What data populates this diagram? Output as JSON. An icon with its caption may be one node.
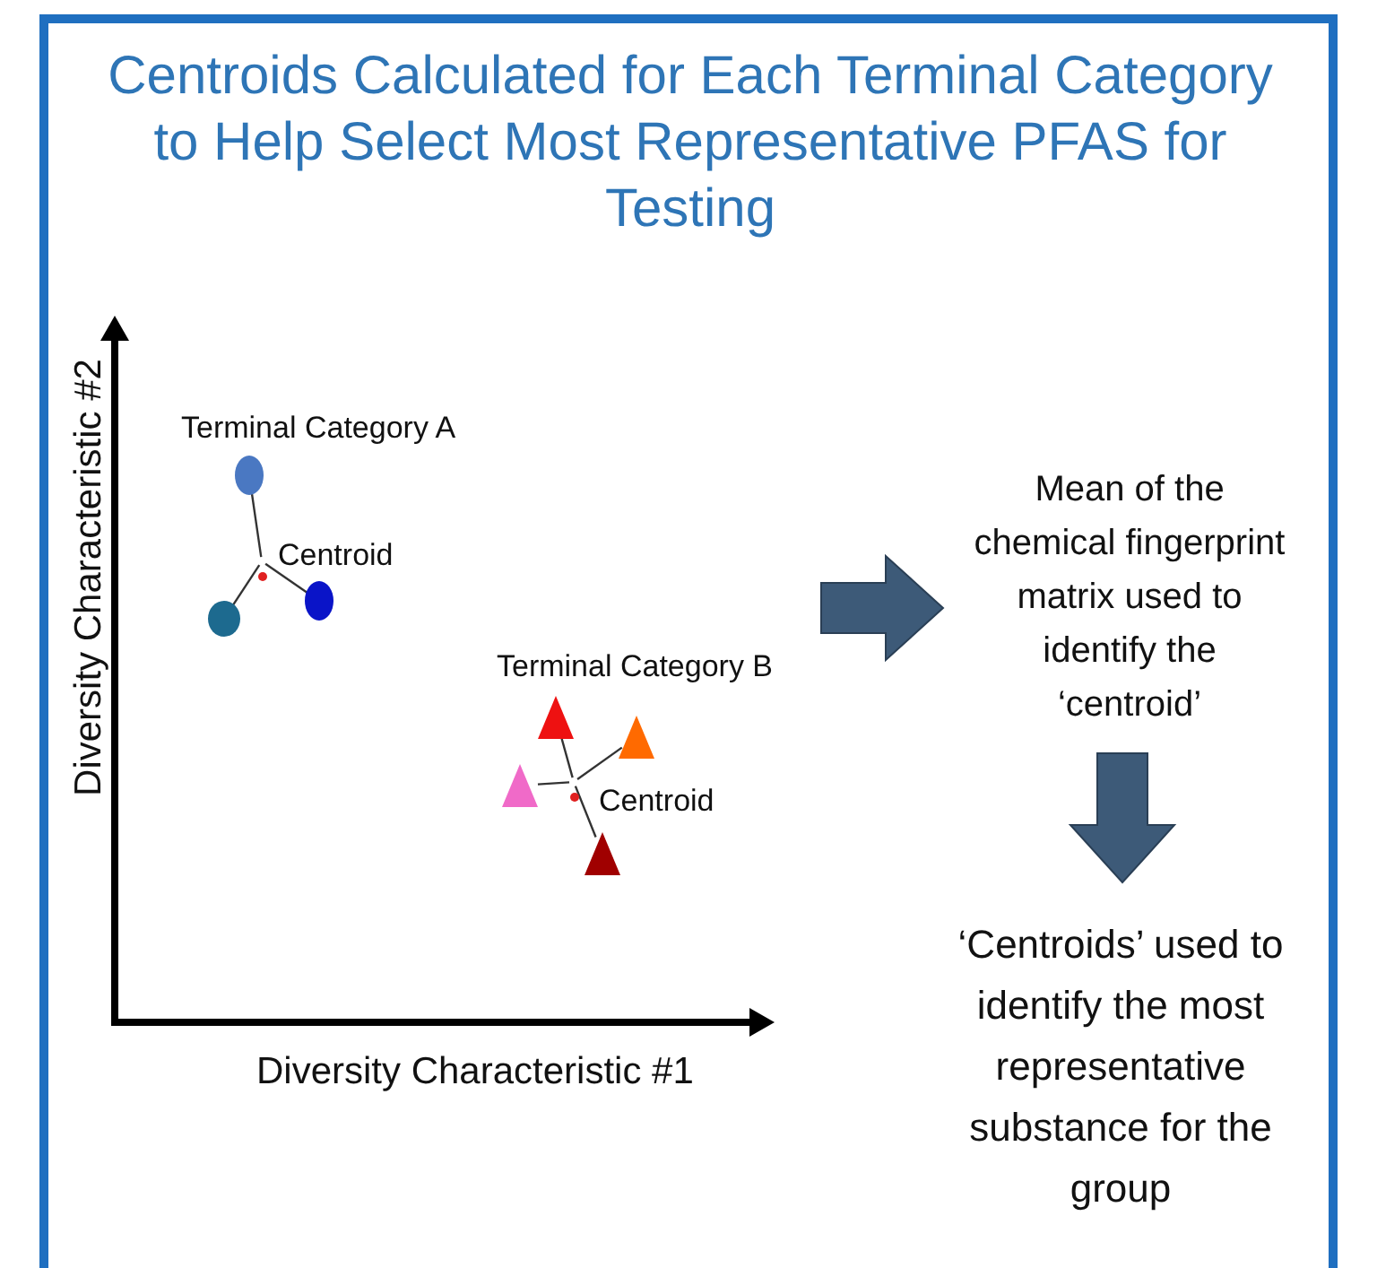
{
  "diagram": {
    "title": "Centroids Calculated for Each Terminal Category to Help Select Most Representative PFAS for Testing",
    "nodes": [
      {
        "text": [],
        "shape": "circle"
      },
      {
        "text": [],
        "shape": "circle"
      },
      {
        "text": [],
        "shape": "circle"
      },
      {
        "text": [],
        "shape": "circle"
      },
      {
        "text": [],
        "shape": "triangle"
      },
      {
        "text": [],
        "shape": "triangle"
      },
      {
        "text": [],
        "shape": "triangle"
      },
      {
        "text": [],
        "shape": "circle"
      },
      {
        "text": [],
        "shape": "triangle"
      },
      {
        "text": [
          "Mean of the chemical fingerprint matrix used to identify the ‘centroid’"
        ]
      },
      {
        "text": [
          "‘Centroids’ used to identify the most representative substance for the group"
        ]
      }
    ],
    "edges": [
      {
        "from": 1,
        "to": 0,
        "arrow": "none"
      },
      {
        "from": 1,
        "to": 2,
        "arrow": "none"
      },
      {
        "from": 1,
        "to": 3,
        "arrow": "none"
      },
      {
        "from": 7,
        "to": 4,
        "arrow": "none"
      },
      {
        "from": 7,
        "to": 5,
        "arrow": "none"
      },
      {
        "from": 7,
        "to": 6,
        "arrow": "none"
      },
      {
        "from": 7,
        "to": 8,
        "arrow": "none"
      },
      {
        "from": null,
        "to": 9,
        "arrow": "to",
        "style": "thick",
        "color": "#3d5a78"
      },
      {
        "from": 9,
        "to": 10,
        "arrow": "to",
        "style": "thick",
        "color": "#3d5a78"
      }
    ],
    "labels": [
      "Diversity Characteristic #2",
      "Terminal Category A",
      "Centroid",
      "Terminal Category B",
      "Centroid",
      "Diversity Characteristic #1"
    ]
  }
}
